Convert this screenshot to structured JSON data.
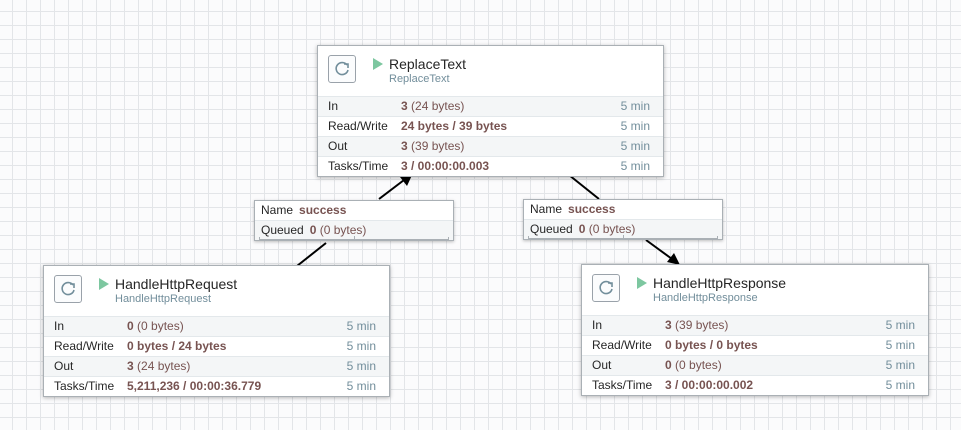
{
  "labels": {
    "in": "In",
    "read_write": "Read/Write",
    "out": "Out",
    "tasks_time": "Tasks/Time",
    "name": "Name",
    "queued": "Queued"
  },
  "processors": {
    "replace_text": {
      "name": "ReplaceText",
      "type": "ReplaceText",
      "in_count": "3",
      "in_size": " (24 bytes)",
      "read_write": "24 bytes / 39 bytes",
      "out_count": "3",
      "out_size": " (39 bytes)",
      "tasks_time": "3 / 00:00:00.003",
      "window": "5 min"
    },
    "handle_http_request": {
      "name": "HandleHttpRequest",
      "type": "HandleHttpRequest",
      "in_count": "0",
      "in_size": " (0 bytes)",
      "read_write": "0 bytes / 24 bytes",
      "out_count": "3",
      "out_size": " (24 bytes)",
      "tasks_time": "5,211,236 / 00:00:36.779",
      "window": "5 min"
    },
    "handle_http_response": {
      "name": "HandleHttpResponse",
      "type": "HandleHttpResponse",
      "in_count": "3",
      "in_size": " (39 bytes)",
      "read_write": "0 bytes / 0 bytes",
      "out_count": "0",
      "out_size": " (0 bytes)",
      "tasks_time": "3 / 00:00:00.002",
      "window": "5 min"
    }
  },
  "connections": {
    "request_to_replace": {
      "name": "success",
      "queued_count": "0",
      "queued_size": " (0 bytes)"
    },
    "replace_to_response": {
      "name": "success",
      "queued_count": "0",
      "queued_size": " (0 bytes)"
    }
  },
  "colors": {
    "running": "#7dc7a0",
    "value": "#775351",
    "muted": "#728e9b",
    "canvas": "#fbfbfc"
  },
  "icons": {
    "processor": "processor-icon",
    "run": "play-triangle-icon"
  }
}
